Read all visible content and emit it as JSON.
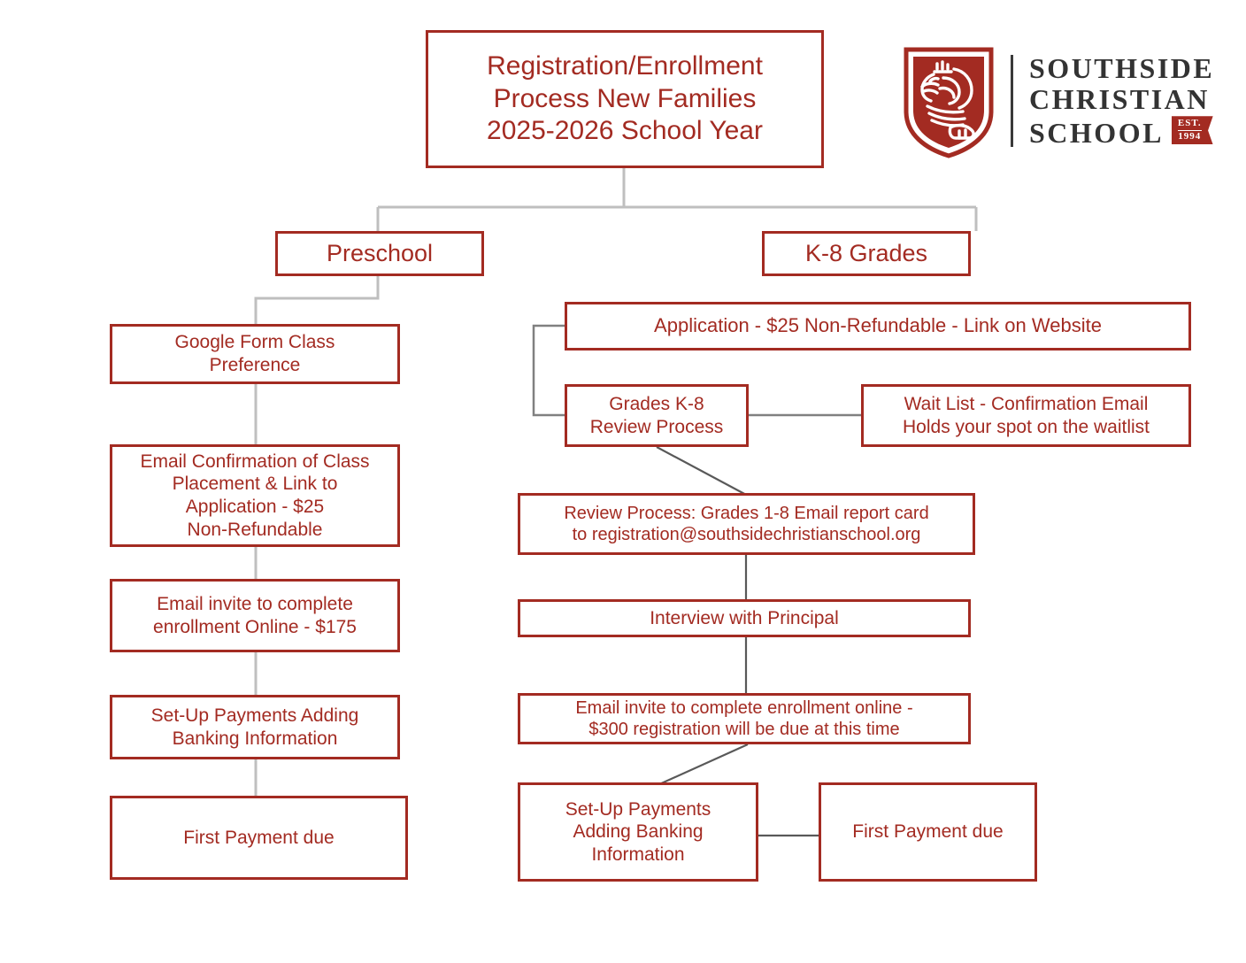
{
  "title_box": {
    "text": "Registration/Enrollment\nProcess New Families\n2025-2026 School Year"
  },
  "logo": {
    "line1": "SOUTHSIDE",
    "line2": "CHRISTIAN",
    "line3": "SCHOOL",
    "est_label": "EST.",
    "est_year": "1994",
    "shield_icon": "lion-shield-icon"
  },
  "branches": {
    "preschool": "Preschool",
    "k8": "K-8 Grades"
  },
  "preschool_steps": [
    {
      "id": "google-form",
      "text": "Google Form Class\nPreference"
    },
    {
      "id": "email-confirmation",
      "text": "Email Confirmation of Class\nPlacement & Link to\nApplication - $25\nNon-Refundable"
    },
    {
      "id": "email-invite",
      "text": "Email invite to complete\nenrollment Online - $175"
    },
    {
      "id": "setup-payments",
      "text": "Set-Up Payments Adding\nBanking Information"
    },
    {
      "id": "first-payment",
      "text": "First Payment due"
    }
  ],
  "k8_steps": [
    {
      "id": "application",
      "text": "Application - $25 Non-Refundable - Link on Website"
    },
    {
      "id": "review-process",
      "text": "Grades K-8\nReview Process"
    },
    {
      "id": "wait-list",
      "text": "Wait List - Confirmation Email\nHolds your spot on the waitlist"
    },
    {
      "id": "report-card",
      "text": "Review Process: Grades 1-8 Email report card\nto registration@southsidechristianschool.org"
    },
    {
      "id": "interview",
      "text": "Interview with Principal"
    },
    {
      "id": "enrollment-invite",
      "text": "Email invite to complete enrollment online -\n$300 registration will be due at this time"
    },
    {
      "id": "setup-payments",
      "text": "Set-Up Payments\nAdding Banking\nInformation"
    },
    {
      "id": "first-payment",
      "text": "First Payment due"
    }
  ],
  "colors": {
    "brand_red": "#A32B22",
    "light_connector": "#BFBFBF",
    "dark_connector": "#595959",
    "wordmark": "#333333"
  }
}
